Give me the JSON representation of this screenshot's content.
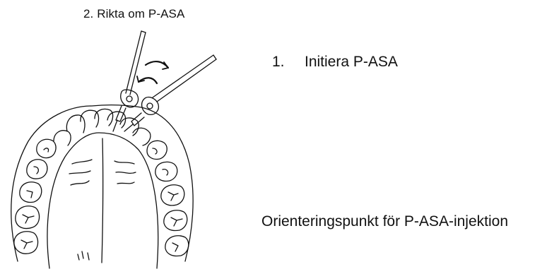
{
  "labels": {
    "step_2": "2. Rikta om P-ASA",
    "step_1_number": "1.",
    "step_1_text": "Initiera P-ASA",
    "caption": "Orienteringspunkt för P-ASA-injektion"
  },
  "illustration": {
    "subject": "maxillary-arch-with-syringes",
    "instruments": [
      "syringe-redirected",
      "syringe-initial"
    ],
    "motion_arrows": 2
  },
  "colors": {
    "ink": "#111111",
    "background": "#ffffff"
  }
}
